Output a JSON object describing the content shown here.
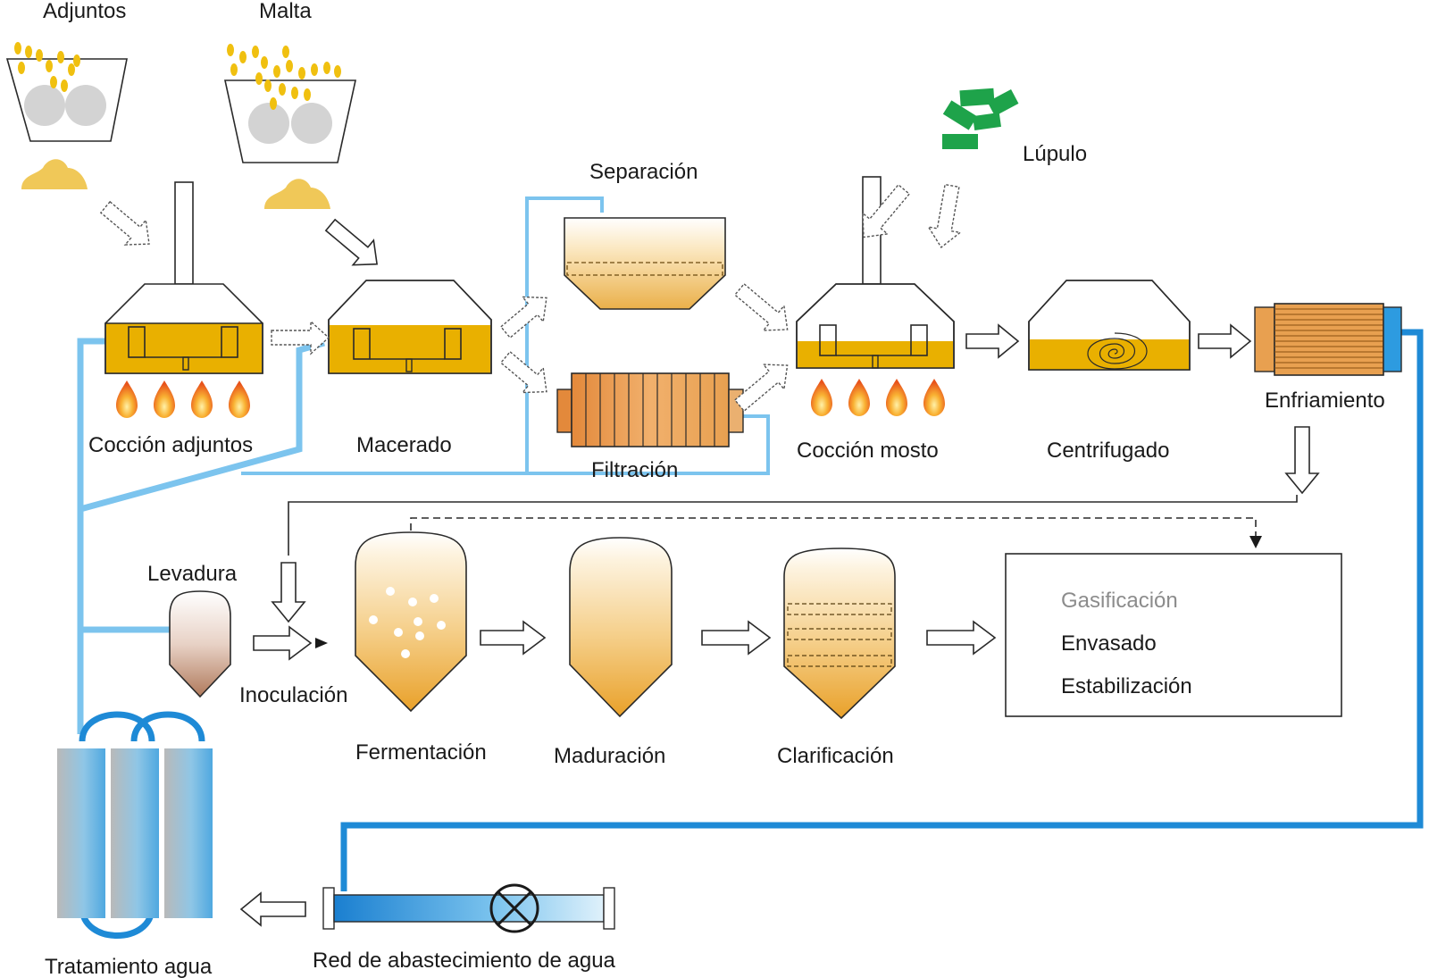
{
  "labels": {
    "adjuntos": "Adjuntos",
    "malta": "Malta",
    "lupulo": "Lúpulo",
    "separacion": "Separación",
    "filtracion": "Filtración",
    "coccion_adjuntos": "Cocción adjuntos",
    "macerado": "Macerado",
    "coccion_mosto": "Cocción mosto",
    "centrifugado": "Centrifugado",
    "enfriamiento": "Enfriamiento",
    "levadura": "Levadura",
    "inoculacion": "Inoculación",
    "fermentacion": "Fermentación",
    "maduracion": "Maduración",
    "clarificacion": "Clarificación",
    "gasificacion": "Gasificación",
    "envasado": "Envasado",
    "estabilizacion": "Estabilización",
    "tratamiento_agua": "Tratamiento agua",
    "red_agua": "Red de abastecimiento de agua"
  },
  "colors": {
    "malt_grain": "#f0c010",
    "liquid": "#e9b000",
    "beer_light": "#fbeed4",
    "beer_dark": "#e8a32c",
    "water_pipe": "#7cc4ee",
    "water_main": "#1e8ad6",
    "hops": "#1ea34a",
    "flame": "#f06a1a",
    "roller": "#d6d6d6",
    "filter_body": "#e59a45",
    "gasificacion_text": "#8c8c8c"
  },
  "icons": [
    "grain-hopper-icon",
    "flame-icon",
    "hop-cones-icon",
    "valve-icon",
    "tank-icon",
    "heat-exchanger-icon",
    "water-treatment-icon"
  ]
}
